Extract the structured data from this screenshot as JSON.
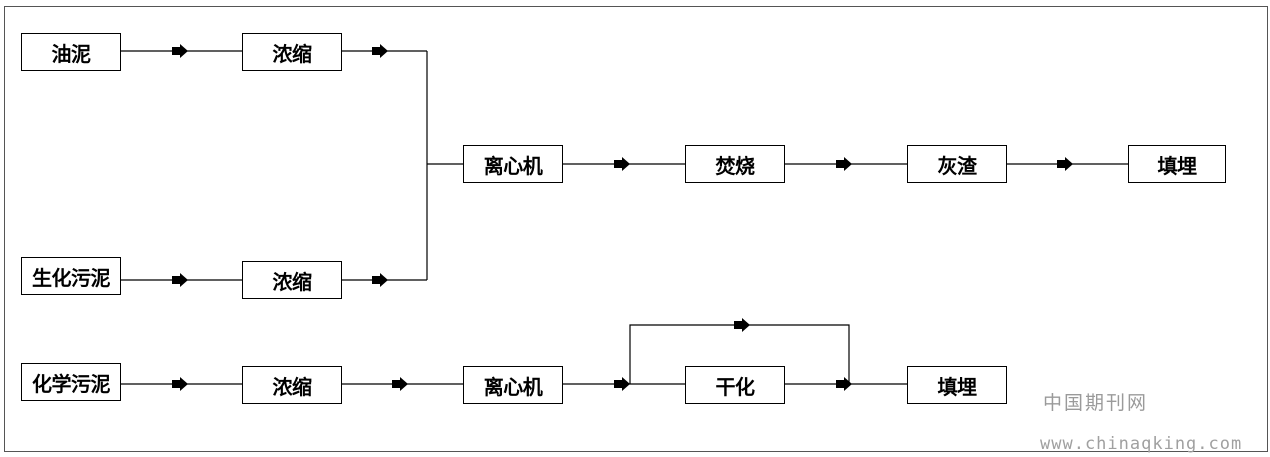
{
  "nodes": {
    "oil_sludge": "油泥",
    "thicken_1": "浓缩",
    "bio_sludge": "生化污泥",
    "thicken_2": "浓缩",
    "centrifuge_1": "离心机",
    "incinerate": "焚烧",
    "ash": "灰渣",
    "landfill_1": "填埋",
    "chem_sludge": "化学污泥",
    "thicken_3": "浓缩",
    "centrifuge_2": "离心机",
    "dry": "干化",
    "landfill_2": "填埋"
  },
  "watermark": {
    "cn": "中国期刊网",
    "url": "www.chinaqking.com"
  }
}
